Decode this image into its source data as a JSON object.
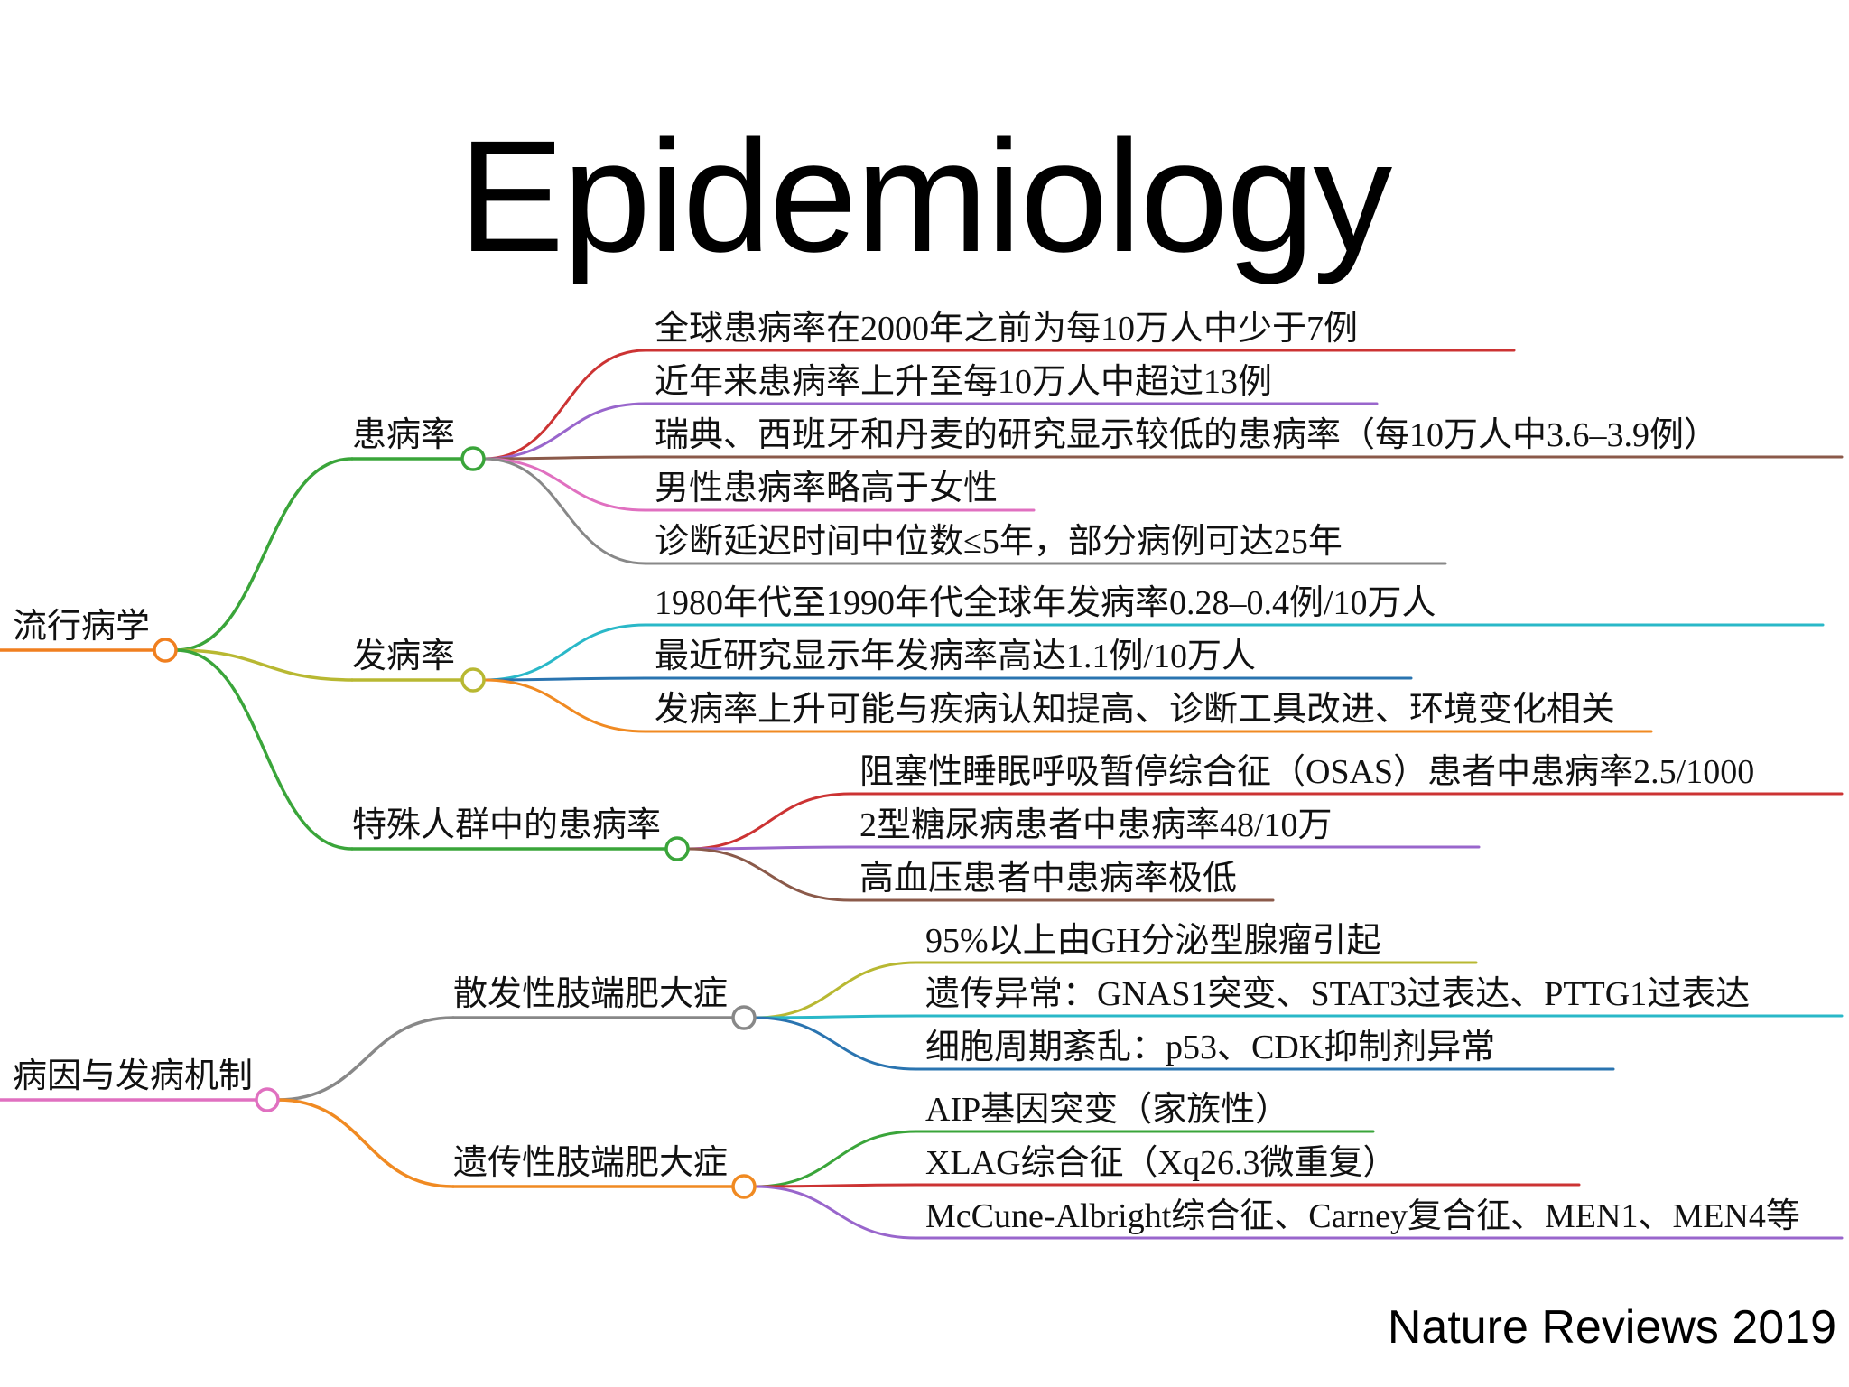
{
  "title": "Epidemiology",
  "source": "Nature Reviews 2019",
  "mindmap": {
    "roots": [
      {
        "id": "root1",
        "label": "流行病学",
        "branch_color": "#f07f1f",
        "children": [
          {
            "id": "b1",
            "label": "患病率",
            "branch_color": "#3aa53a",
            "children": [
              {
                "label": "全球患病率在2000年之前为每10万人中少于7例",
                "color": "#cc3333"
              },
              {
                "label": "近年来患病率上升至每10万人中超过13例",
                "color": "#9966cc"
              },
              {
                "label": "瑞典、西班牙和丹麦的研究显示较低的患病率（每10万人中3.6–3.9例）",
                "color": "#8b5a4a"
              },
              {
                "label": "男性患病率略高于女性",
                "color": "#e070c0"
              },
              {
                "label": "诊断延迟时间中位数≤5年，部分病例可达25年",
                "color": "#888888"
              }
            ]
          },
          {
            "id": "b2",
            "label": "发病率",
            "branch_color": "#b8b832",
            "children": [
              {
                "label": "1980年代至1990年代全球年发病率0.28–0.4例/10万人",
                "color": "#2ab8c8"
              },
              {
                "label": "最近研究显示年发病率高达1.1例/10万人",
                "color": "#2a74b0"
              },
              {
                "label": "发病率上升可能与疾病认知提高、诊断工具改进、环境变化相关",
                "color": "#f08a22"
              }
            ]
          },
          {
            "id": "b3",
            "label": "特殊人群中的患病率",
            "branch_color": "#3aa53a",
            "children": [
              {
                "label": "阻塞性睡眠呼吸暂停综合征（OSAS）患者中患病率2.5/1000",
                "color": "#cc3333"
              },
              {
                "label": "2型糖尿病患者中患病率48/10万",
                "color": "#9966cc"
              },
              {
                "label": "高血压患者中患病率极低",
                "color": "#8b5a4a"
              }
            ]
          }
        ]
      },
      {
        "id": "root2",
        "label": "病因与发病机制",
        "branch_color": "#e070c0",
        "children": [
          {
            "id": "b4",
            "label": "散发性肢端肥大症",
            "branch_color": "#888888",
            "children": [
              {
                "label": "95%以上由GH分泌型腺瘤引起",
                "color": "#b8b832"
              },
              {
                "label": "遗传异常：GNAS1突变、STAT3过表达、PTTG1过表达",
                "color": "#2ab8c8"
              },
              {
                "label": "细胞周期紊乱：p53、CDK抑制剂异常",
                "color": "#2a74b0"
              }
            ]
          },
          {
            "id": "b5",
            "label": "遗传性肢端肥大症",
            "branch_color": "#f08a22",
            "children": [
              {
                "label": "AIP基因突变（家族性）",
                "color": "#3aa53a"
              },
              {
                "label": "XLAG综合征（Xq26.3微重复）",
                "color": "#cc3333"
              },
              {
                "label": "McCune-Albright综合征、Carney复合征、MEN1、MEN4等",
                "color": "#9966cc"
              }
            ]
          }
        ]
      }
    ]
  }
}
